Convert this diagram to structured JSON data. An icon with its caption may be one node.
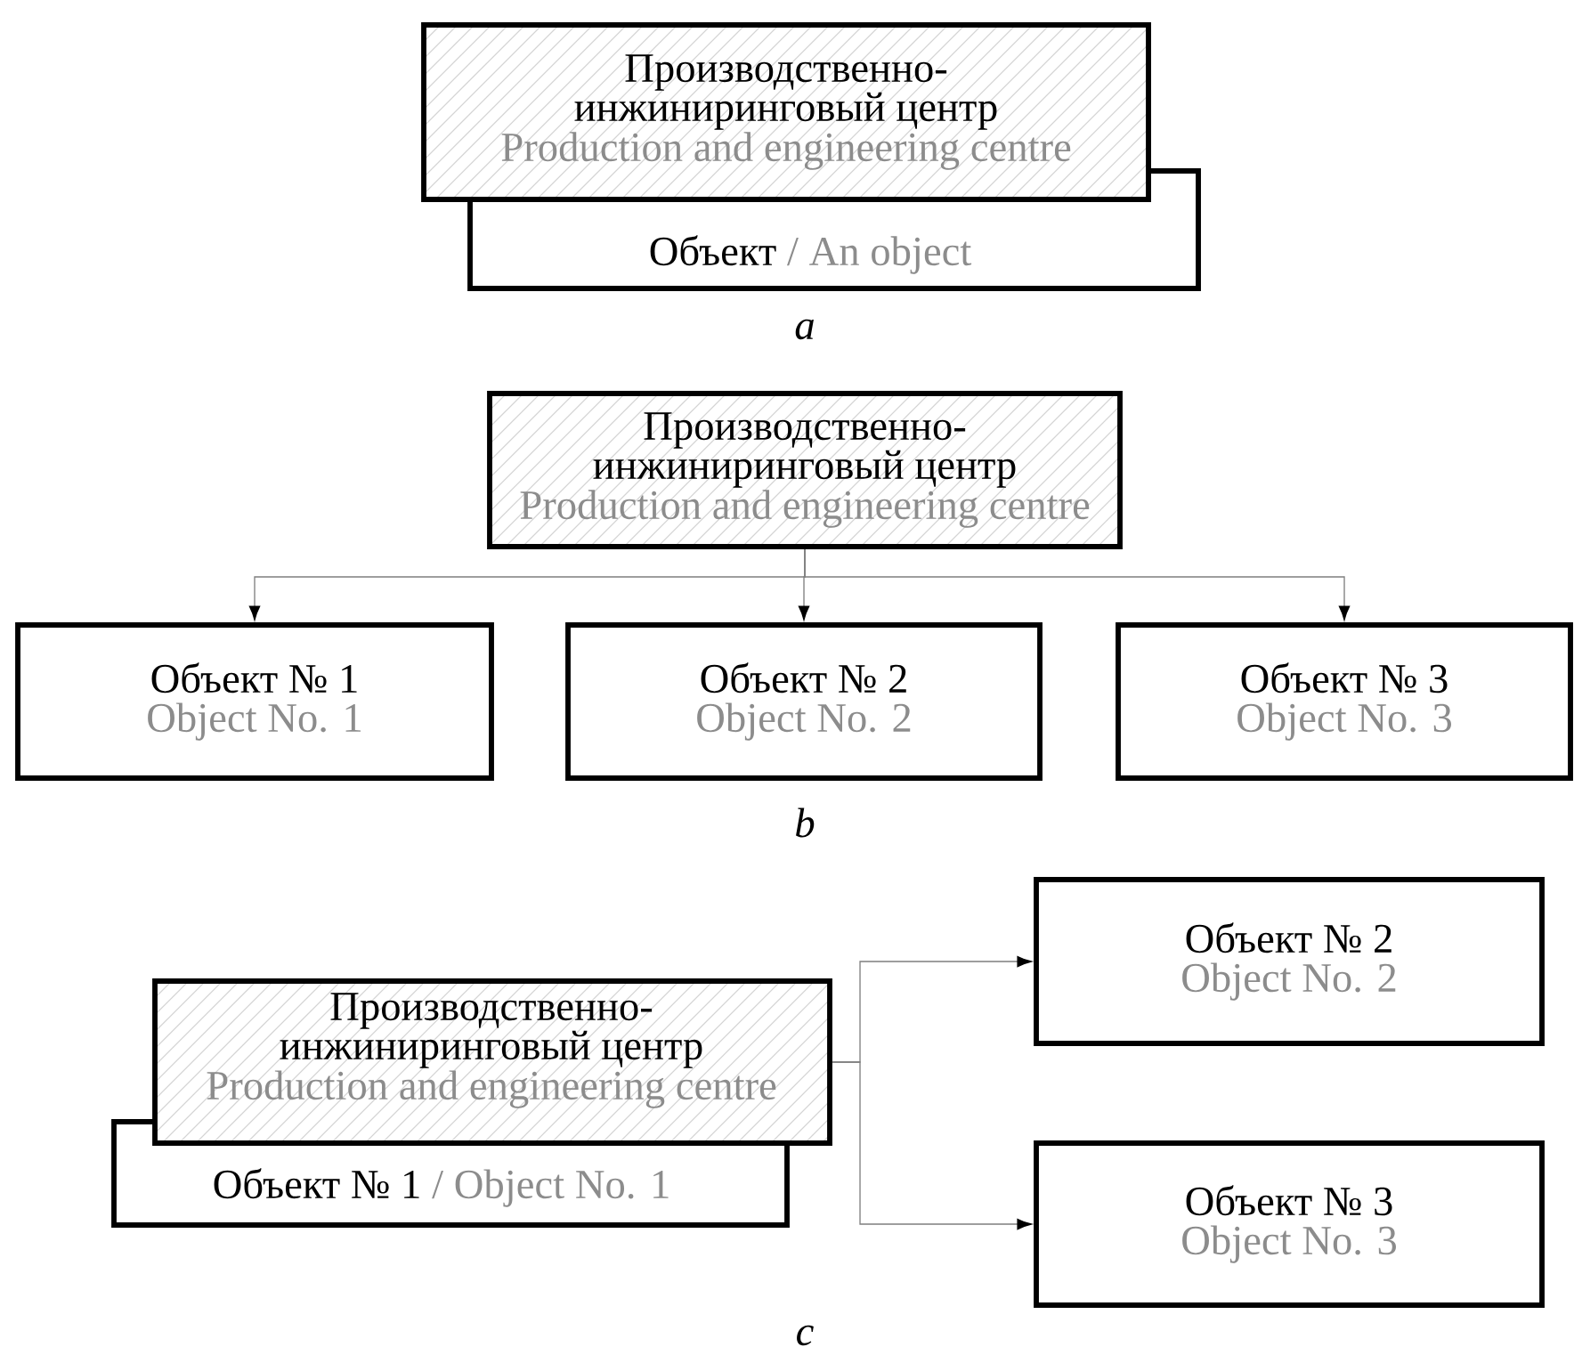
{
  "diagram": {
    "nodes": [
      {
        "text": [
          "Производственно- инжиниринговый центр",
          "Production and engineering centre"
        ]
      },
      {
        "text": [
          "Объект",
          "/ An object"
        ]
      },
      {
        "text": [
          "Производственно- инжиниринговый центр",
          "Production and engineering centre"
        ]
      },
      {
        "text": [
          "Объект № 1",
          "Object No. 1"
        ]
      },
      {
        "text": [
          "Объект № 2",
          "Object No. 2"
        ]
      },
      {
        "text": [
          "Объект № 3",
          "Object No. 3"
        ]
      },
      {
        "text": [
          "Производственно- инжиниринговый центр",
          "Production and engineering centre"
        ]
      },
      {
        "text": [
          "Объект № 1",
          "/ Object No. 1"
        ]
      },
      {
        "text": [
          "Объект № 2",
          "Object No. 2"
        ]
      },
      {
        "text": [
          "Объект № 3",
          "Object No. 3"
        ]
      }
    ],
    "edges": [
      {
        "from": 2,
        "to": 3,
        "arrow": "to"
      },
      {
        "from": 2,
        "to": 4,
        "arrow": "to"
      },
      {
        "from": 2,
        "to": 5,
        "arrow": "to"
      },
      {
        "from": 6,
        "to": 8,
        "arrow": "to"
      },
      {
        "from": 6,
        "to": 9,
        "arrow": "to"
      }
    ],
    "labels": [
      "a",
      "b",
      "c"
    ]
  }
}
